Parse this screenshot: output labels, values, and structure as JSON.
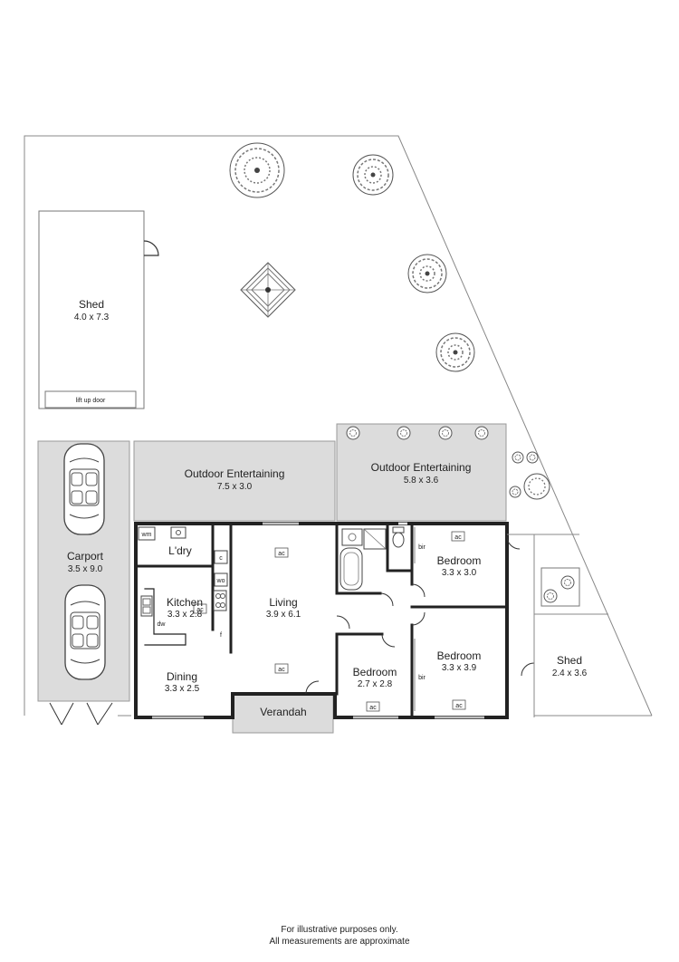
{
  "rooms": {
    "shed_main": {
      "name": "Shed",
      "dims": "4.0 x 7.3",
      "door_label": "lift up door"
    },
    "outdoor_left": {
      "name": "Outdoor Entertaining",
      "dims": "7.5 x 3.0"
    },
    "outdoor_right": {
      "name": "Outdoor Entertaining",
      "dims": "5.8 x 3.6"
    },
    "carport": {
      "name": "Carport",
      "dims": "3.5 x 9.0"
    },
    "laundry": {
      "name": "L'dry"
    },
    "kitchen": {
      "name": "Kitchen",
      "dims": "3.3 x 2.8"
    },
    "living": {
      "name": "Living",
      "dims": "3.9 x 6.1"
    },
    "dining": {
      "name": "Dining",
      "dims": "3.3 x 2.5"
    },
    "verandah": {
      "name": "Verandah"
    },
    "bedroom_ne": {
      "name": "Bedroom",
      "dims": "3.3 x 3.0"
    },
    "bedroom_se": {
      "name": "Bedroom",
      "dims": "3.3 x 3.9"
    },
    "bedroom_s": {
      "name": "Bedroom",
      "dims": "2.7 x 2.8"
    },
    "shed_small": {
      "name": "Shed",
      "dims": "2.4 x 3.6"
    }
  },
  "fixtures": {
    "wm": "wm",
    "c": "c",
    "wo": "wo",
    "f": "f",
    "dw": "dw",
    "ac": "ac",
    "bir": "bir"
  },
  "disclaimer": {
    "line1": "For illustrative purposes only.",
    "line2": "All measurements are approximate"
  }
}
